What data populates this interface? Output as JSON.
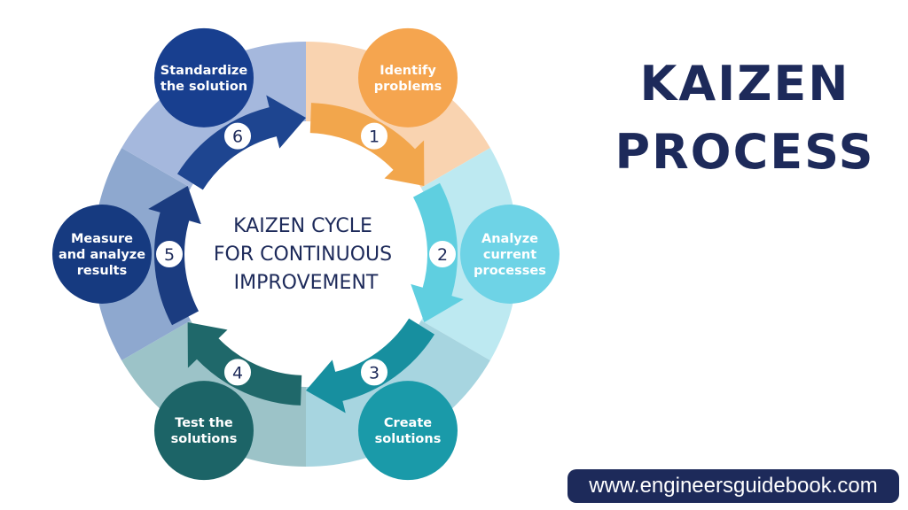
{
  "center_text": [
    "KAIZEN CYCLE",
    "FOR CONTINUOUS",
    "IMPROVEMENT"
  ],
  "title": [
    "KAIZEN",
    "PROCESS"
  ],
  "website": "www.engineersguidebook.com",
  "steps": [
    {
      "number": "1",
      "label": [
        "Identify",
        "problems"
      ],
      "color": "#f5a54f",
      "ring_color": "#f9d3b0",
      "arrow_color": "#f2a64c"
    },
    {
      "number": "2",
      "label": [
        "Analyze",
        "current",
        "processes"
      ],
      "color": "#6ed3e6",
      "ring_color": "#bde9f1",
      "arrow_color": "#5fcfe0"
    },
    {
      "number": "3",
      "label": [
        "Create",
        "solutions"
      ],
      "color": "#1a9aa9",
      "ring_color": "#a7d5e0",
      "arrow_color": "#178f9f"
    },
    {
      "number": "4",
      "label": [
        "Test the",
        "solutions"
      ],
      "color": "#1c6467",
      "ring_color": "#9cc3c8",
      "arrow_color": "#1f686a"
    },
    {
      "number": "5",
      "label": [
        "Measure",
        "and analyze",
        "results"
      ],
      "color": "#163a80",
      "ring_color": "#8ea8cf",
      "arrow_color": "#1b3c80"
    },
    {
      "number": "6",
      "label": [
        "Standardize",
        "the solution"
      ],
      "color": "#183f8f",
      "ring_color": "#a5b8dd",
      "arrow_color": "#1e4590"
    }
  ]
}
